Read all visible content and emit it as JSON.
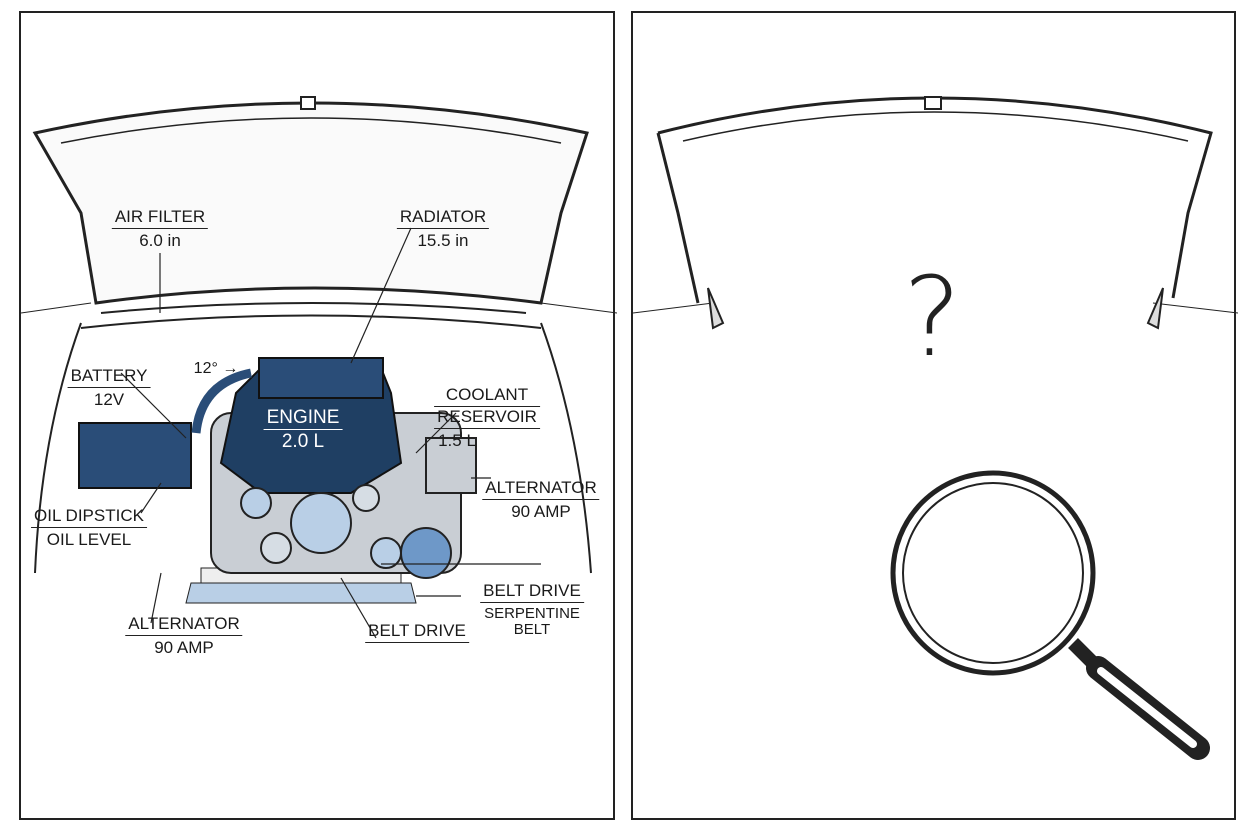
{
  "left_panel": {
    "labels": {
      "air_filter": {
        "title": "AIR FILTER",
        "value": "6.0 in"
      },
      "radiator": {
        "title": "RADIATOR",
        "value": "15.5 in"
      },
      "battery": {
        "title": "BATTERY",
        "value": "12V"
      },
      "angle": "12° →",
      "engine": {
        "title": "ENGINE",
        "value": "2.0 L"
      },
      "coolant": {
        "title": "COOLANT",
        "title2": "RESERVOIR",
        "value": "1.5 L"
      },
      "alternator_right": {
        "title": "ALTERNATOR",
        "value": "90 AMP"
      },
      "oil_dipstick": {
        "title": "OIL DIPSTICK",
        "value": "OIL LEVEL"
      },
      "belt_drive_right": {
        "title": "BELT DRIVE",
        "value": "SERPENTINE",
        "value2": "BELT"
      },
      "alternator_bottom": {
        "title": "ALTERNATOR",
        "value": "90 AMP"
      },
      "belt_drive_bottom": {
        "title": "BELT DRIVE"
      }
    }
  },
  "right_panel": {
    "question_mark": "?"
  },
  "colors": {
    "engine_blue": "#1f3f63",
    "light_blue": "#b9cfe6",
    "steel": "#c9ced4"
  }
}
